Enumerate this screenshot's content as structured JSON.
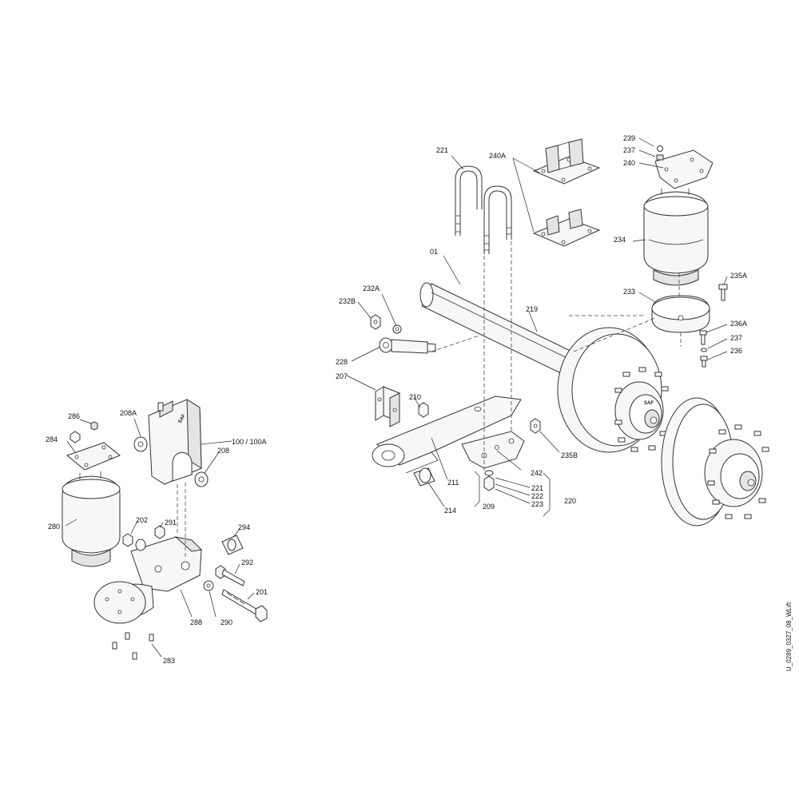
{
  "drawing": {
    "document_id": "U_0289_0327_08_WLift",
    "brand_mark": "SAF"
  },
  "callouts": {
    "c221a": "221",
    "c240a": "240A",
    "c239": "239",
    "c237a": "237",
    "c240": "240",
    "c01": "01",
    "c234": "234",
    "c232a": "232A",
    "c232b": "232B",
    "c219": "219",
    "c235a": "235A",
    "c233": "233",
    "c236a": "236A",
    "c237b": "237",
    "c236": "236",
    "c228": "228",
    "c207": "207",
    "c210": "210",
    "c235b": "235B",
    "c242": "242",
    "c211": "211",
    "c221b": "221",
    "c222": "222",
    "c223": "223",
    "c220": "220",
    "c209": "209",
    "c214": "214",
    "c286": "286",
    "c208a": "208A",
    "c284": "284",
    "c100": "100 / 100A",
    "c208": "208",
    "c280": "280",
    "c202": "202",
    "c291": "291",
    "c294": "294",
    "c292": "292",
    "c201": "201",
    "c288": "288",
    "c290": "290",
    "c283": "283"
  }
}
